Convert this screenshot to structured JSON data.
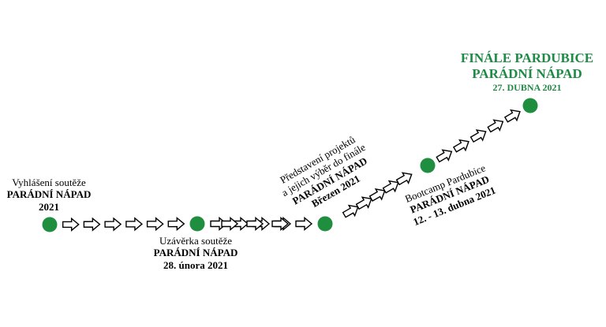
{
  "colors": {
    "node": "#1f8e3f",
    "accent": "#1e8a45",
    "arrow_stroke": "#000000",
    "arrow_fill": "#ffffff"
  },
  "milestones": [
    {
      "id": "start",
      "lines": [
        "Vyhlášení soutěže",
        "PARÁDNÍ NÁPAD",
        "2021"
      ]
    },
    {
      "id": "deadline",
      "lines": [
        "Uzávěrka soutěže",
        "PARÁDNÍ NÁPAD",
        "28. února 2021"
      ]
    },
    {
      "id": "presentation",
      "lines": [
        "Představení projektů",
        "a jejich výběr do finále",
        "PARÁDNÍ NÁPAD",
        "Březen 2021"
      ]
    },
    {
      "id": "bootcamp",
      "lines": [
        "Bootcamp Pardubice",
        "PARÁDNÍ NÁPAD",
        "12. - 13. dubna 2021"
      ]
    },
    {
      "id": "final",
      "lines": [
        "FINÁLE PARDUBICE",
        "PARÁDNÍ NÁPAD",
        "27. DUBNA 2021"
      ]
    }
  ]
}
